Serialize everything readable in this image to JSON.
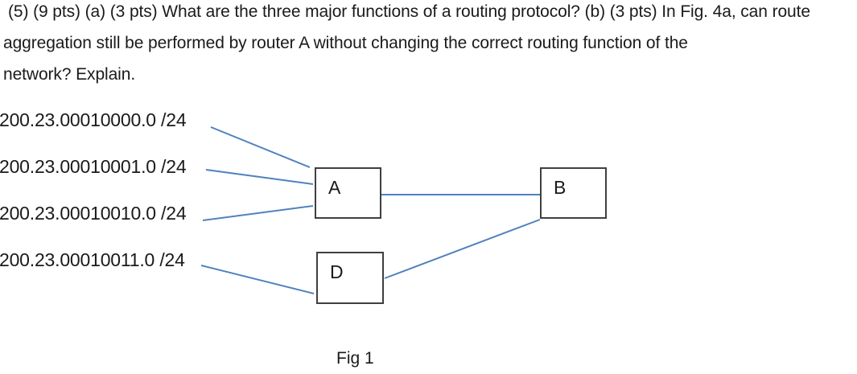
{
  "question": {
    "lines": [
      "(5) (9 pts) (a) (3 pts) What are the three major functions of a routing protocol? (b) (3 pts) In Fig. 4a, can route",
      "aggregation still be performed by router A without changing the correct routing function of the",
      "network? Explain."
    ]
  },
  "networks": [
    {
      "label": "200.23.00010000.0 /24",
      "connects_to": "A"
    },
    {
      "label": "200.23.00010001.0 /24",
      "connects_to": "A"
    },
    {
      "label": "200.23.00010010.0 /24",
      "connects_to": "A"
    },
    {
      "label": "200.23.00010011.0 /24",
      "connects_to": "D"
    }
  ],
  "routers": [
    {
      "label": "A"
    },
    {
      "label": "B"
    },
    {
      "label": "D"
    }
  ],
  "links": [
    {
      "from": "A",
      "to": "B"
    },
    {
      "from": "D",
      "to": "B"
    }
  ],
  "figure": {
    "caption": "Fig 1"
  },
  "colors": {
    "connector_blue": "#4F81BD",
    "box_border": "#3f3f3f",
    "text": "#1a1a1a",
    "background": "#ffffff"
  }
}
